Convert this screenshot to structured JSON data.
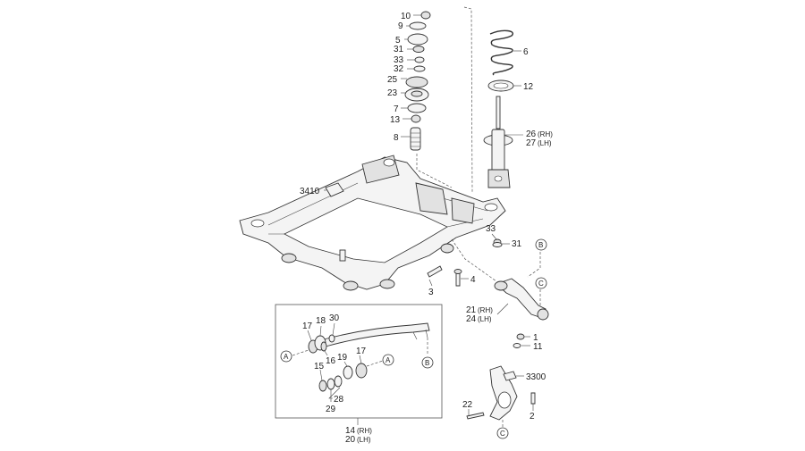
{
  "parts": {
    "p10": "10",
    "p9": "9",
    "p5": "5",
    "p31a": "31",
    "p33a": "33",
    "p32": "32",
    "p25": "25",
    "p23": "23",
    "p7": "7",
    "p13": "13",
    "p8": "8",
    "p6": "6",
    "p12": "12",
    "p26": "26",
    "p26_side": "(RH)",
    "p27": "27",
    "p27_side": "(LH)",
    "p3410": "3410",
    "p33b": "33",
    "p31b": "31",
    "p4": "4",
    "p3": "3",
    "p21": "21",
    "p21_side": "(RH)",
    "p24": "24",
    "p24_side": "(LH)",
    "p1": "1",
    "p11": "11",
    "p17a": "17",
    "p18": "18",
    "p30": "30",
    "p16": "16",
    "p15": "15",
    "p19": "19",
    "p17b": "17",
    "p28": "28",
    "p29": "29",
    "p14": "14",
    "p14_side": "(RH)",
    "p20": "20",
    "p20_side": "(LH)",
    "p3300": "3300",
    "p22": "22",
    "p2": "2"
  },
  "refs": {
    "A": "A",
    "B": "B",
    "C": "C"
  }
}
